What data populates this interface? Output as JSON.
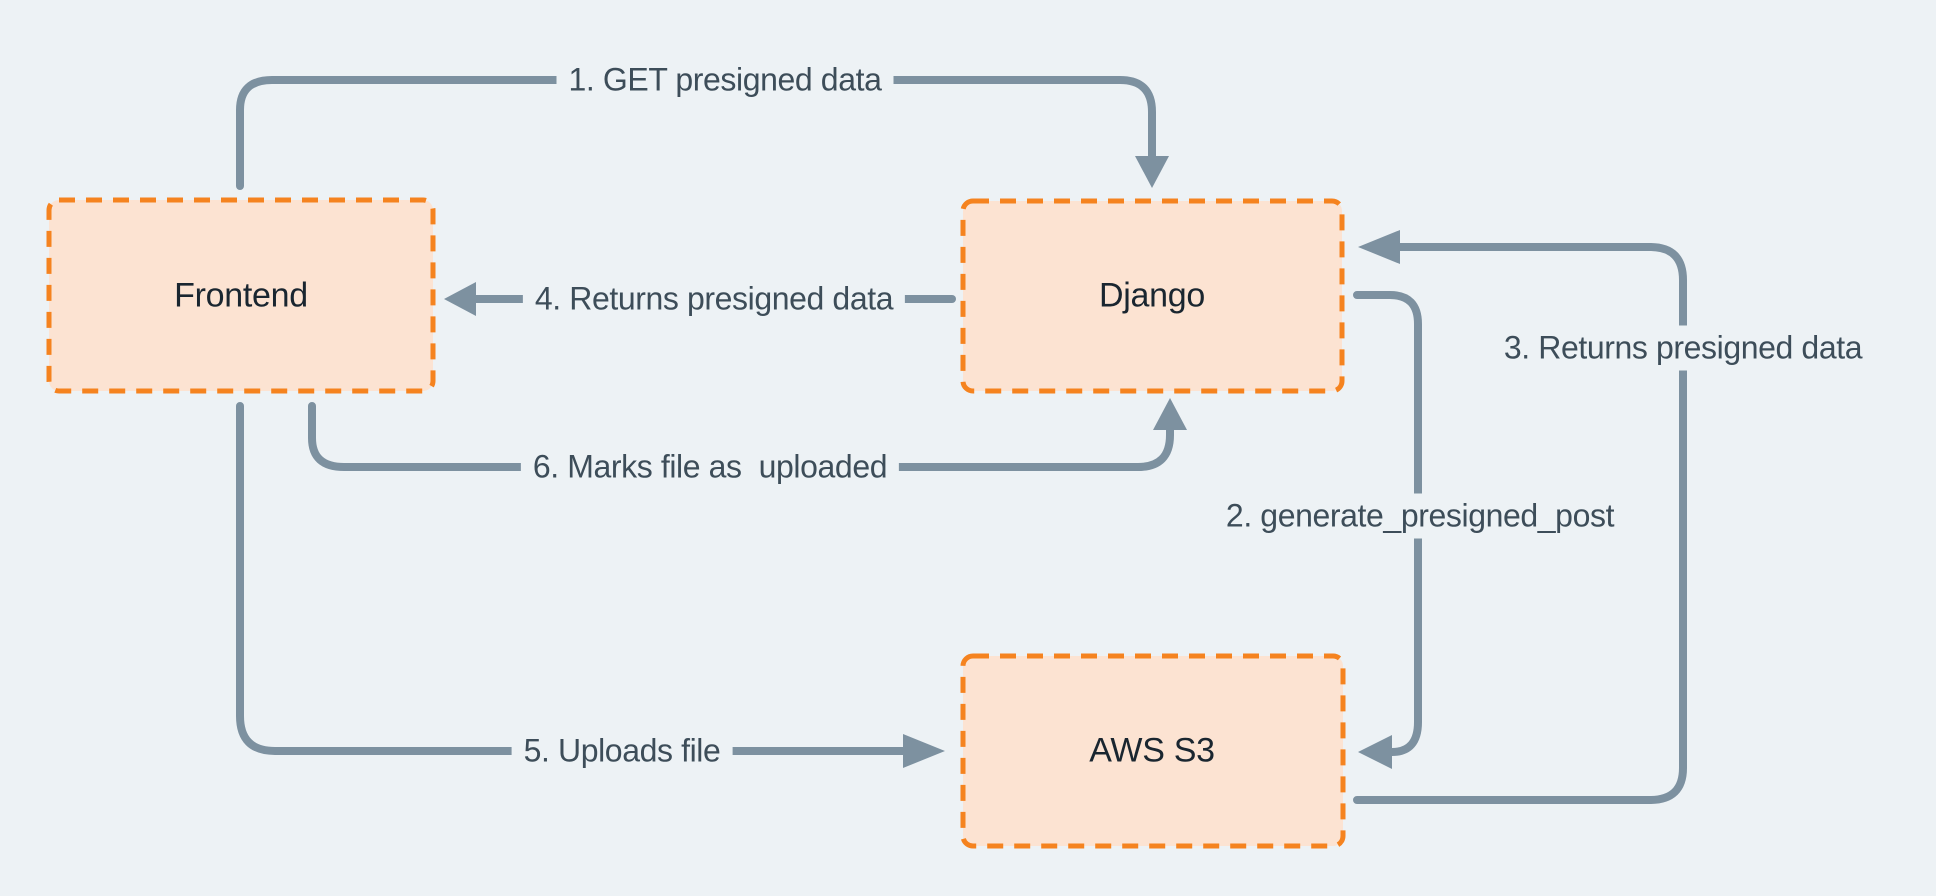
{
  "diagram": {
    "nodes": [
      {
        "id": "frontend",
        "label": "Frontend"
      },
      {
        "id": "django",
        "label": "Django"
      },
      {
        "id": "aws-s3",
        "label": "AWS S3"
      }
    ],
    "edges": [
      {
        "step": 1,
        "from": "frontend",
        "to": "django",
        "label": "1. GET presigned data"
      },
      {
        "step": 2,
        "from": "django",
        "to": "aws-s3",
        "label": "2. generate_presigned_post"
      },
      {
        "step": 3,
        "from": "aws-s3",
        "to": "django",
        "label": "3. Returns presigned data"
      },
      {
        "step": 4,
        "from": "django",
        "to": "frontend",
        "label": "4. Returns presigned data"
      },
      {
        "step": 5,
        "from": "frontend",
        "to": "aws-s3",
        "label": "5. Uploads file"
      },
      {
        "step": 6,
        "from": "frontend",
        "to": "django",
        "label": "6. Marks file as  uploaded"
      }
    ],
    "colors": {
      "background": "#edf2f5",
      "node_fill": "#fce3d2",
      "node_border": "#f5831f",
      "arrow": "#7d91a0",
      "label_text": "#3d4d59",
      "node_text": "#1a2630"
    }
  }
}
